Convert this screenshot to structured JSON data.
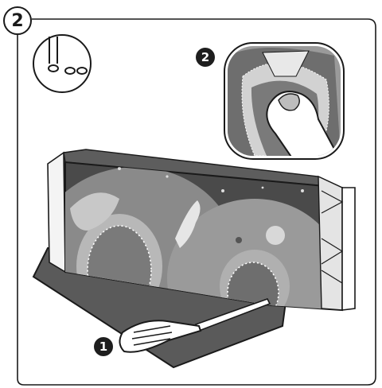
{
  "step": {
    "number": "2"
  },
  "callouts": [
    {
      "id": "callout-1",
      "label": "1"
    },
    {
      "id": "callout-2",
      "label": "2"
    }
  ],
  "icons": {
    "tool_icon": "screwdriver-slot-icon",
    "finger": "finger-press-icon",
    "screwdriver": "screwdriver-icon"
  },
  "colors": {
    "outline": "#1a1a1a",
    "box_dark": "#4a4a4a",
    "box_mid": "#8a8a8a",
    "box_light": "#c8c8c8",
    "base_plate": "#5a5a5a"
  }
}
